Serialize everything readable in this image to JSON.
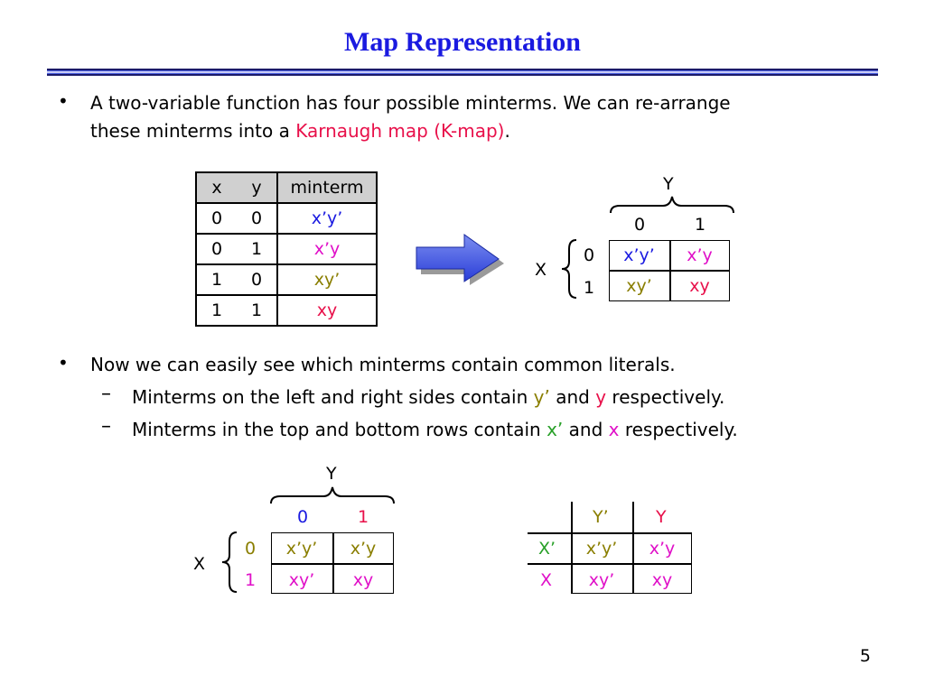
{
  "title": "Map Representation",
  "bullet1": {
    "line1": "A two-variable function has four possible minterms. We can re-arrange",
    "line2_pre": "these minterms into a ",
    "line2_highlight": "Karnaugh map (K-map)",
    "line2_post": "."
  },
  "truth_table": {
    "headers": [
      "x",
      "y",
      "minterm"
    ],
    "rows": [
      [
        "0",
        "0",
        "x’y’"
      ],
      [
        "0",
        "1",
        "x’y"
      ],
      [
        "1",
        "0",
        "xy’"
      ],
      [
        "1",
        "1",
        "xy"
      ]
    ]
  },
  "kmap1": {
    "y_label": "Y",
    "x_label": "X",
    "col_labels": [
      "0",
      "1"
    ],
    "row_labels": [
      "0",
      "1"
    ],
    "cells": [
      [
        "x’y’",
        "x’y"
      ],
      [
        "xy’",
        "xy"
      ]
    ]
  },
  "bullet2": {
    "text": "Now we can easily see which minterms contain common literals.",
    "sub1_pre": "Minterms on the left and right sides contain ",
    "sub1_a": "y’",
    "sub1_mid": " and ",
    "sub1_b": "y",
    "sub1_post": " respectively.",
    "sub2_pre": "Minterms in the top and bottom rows contain ",
    "sub2_a": "x’",
    "sub2_mid": " and ",
    "sub2_b": "x",
    "sub2_post": " respectively."
  },
  "kmap2": {
    "y_label": "Y",
    "x_label": "X",
    "col_labels": [
      "0",
      "1"
    ],
    "row_labels": [
      "0",
      "1"
    ],
    "cells": [
      [
        "x’y’",
        "x’y"
      ],
      [
        "xy’",
        "xy"
      ]
    ]
  },
  "kmap3": {
    "col_labels": [
      "Y’",
      "Y"
    ],
    "row_labels": [
      "X’",
      "X"
    ],
    "cells": [
      [
        "x’y’",
        "x’y"
      ],
      [
        "xy’",
        "xy"
      ]
    ]
  },
  "page_number": "5",
  "colors": {
    "title": "#1a1ae0",
    "highlight": "#e8104a",
    "blue": "#1a1ae0",
    "magenta": "#e010c8",
    "olive": "#8a7e00",
    "green": "#28a028"
  },
  "icons": [
    "bullet-icon",
    "dash-icon",
    "right-arrow-icon",
    "brace-icon"
  ]
}
